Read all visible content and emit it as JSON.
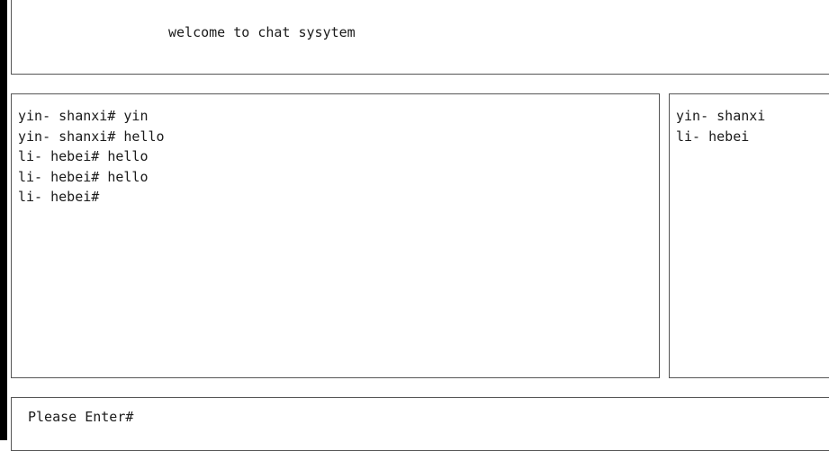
{
  "header": {
    "title": "welcome to chat sysytem"
  },
  "messages": [
    "yin- shanxi# yin",
    "yin- shanxi# hello",
    "li- hebei# hello",
    "li- hebei# hello",
    "li- hebei#"
  ],
  "users": [
    "yin- shanxi",
    "li- hebei"
  ],
  "input": {
    "prompt": "Please Enter#"
  }
}
